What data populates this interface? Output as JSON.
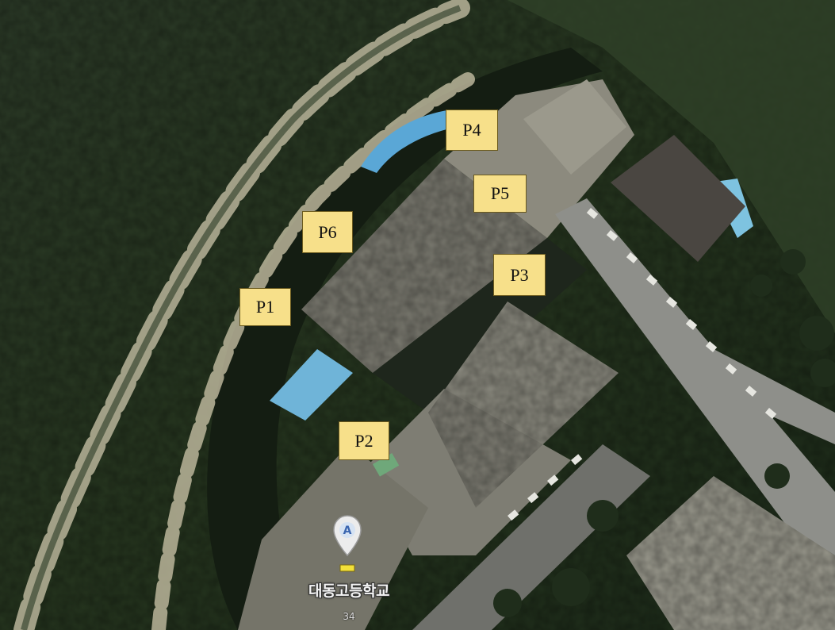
{
  "map": {
    "view": "satellite",
    "labels": [
      {
        "id": "p1",
        "text": "P1"
      },
      {
        "id": "p2",
        "text": "P2"
      },
      {
        "id": "p3",
        "text": "P3"
      },
      {
        "id": "p4",
        "text": "P4"
      },
      {
        "id": "p5",
        "text": "P5"
      },
      {
        "id": "p6",
        "text": "P6"
      }
    ],
    "label_color": "#f7e08a",
    "poi": {
      "name": "대동고등학교",
      "sub": "34",
      "icon": "school-pin-icon",
      "pin_color": "#e8e8e8",
      "pin_letter": "A"
    }
  }
}
